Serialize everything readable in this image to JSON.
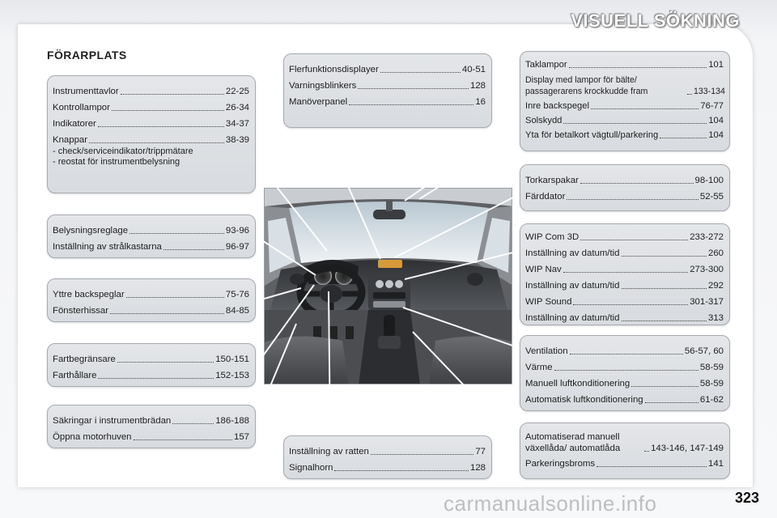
{
  "header": {
    "title": "VISUELL SÖKNING"
  },
  "section_title": "FÖRARPLATS",
  "page_number": "323",
  "watermark": "carmanualsonline.info",
  "boxes": {
    "instruments": {
      "items": [
        {
          "label": "Instrumenttavlor",
          "page": "22-25"
        },
        {
          "label": "Kontrollampor",
          "page": "26-34"
        },
        {
          "label": "Indikatorer",
          "page": "34-37"
        },
        {
          "label": "Knappar",
          "page": "38-39"
        }
      ],
      "sub": [
        "-   check/serviceindikator/trippmätare",
        "-   reostat för instrumentbelysning"
      ]
    },
    "lighting": {
      "items": [
        {
          "label": "Belysningsreglage",
          "page": "93-96"
        },
        {
          "label": "Inställning av strålkastarna",
          "page": "96-97"
        }
      ]
    },
    "mirrors": {
      "items": [
        {
          "label": "Yttre backspeglar",
          "page": "75-76"
        },
        {
          "label": "Fönsterhissar",
          "page": "84-85"
        }
      ]
    },
    "speed": {
      "items": [
        {
          "label": "Fartbegränsare",
          "page": "150-151"
        },
        {
          "label": "Farthållare",
          "page": "152-153"
        }
      ]
    },
    "fuses": {
      "items": [
        {
          "label": "Säkringar i instrumentbrädan",
          "page": "186-188"
        },
        {
          "label": "Öppna motorhuven",
          "page": "157"
        }
      ]
    },
    "display": {
      "items": [
        {
          "label": "Flerfunktionsdisplayer",
          "page": "40-51"
        },
        {
          "label": "Varningsblinkers",
          "page": "128"
        },
        {
          "label": "Manöverpanel",
          "page": "16"
        }
      ]
    },
    "wheel": {
      "items": [
        {
          "label": "Inställning av ratten",
          "page": "77"
        },
        {
          "label": "Signalhorn",
          "page": "128"
        }
      ]
    },
    "roof": {
      "items": [
        {
          "label": "Taklampor",
          "page": "101"
        },
        {
          "label": "Display med lampor för bälte/ passagerarens krockkudde fram",
          "page": "133-134"
        },
        {
          "label": "Inre backspegel",
          "page": "76-77"
        },
        {
          "label": "Solskydd",
          "page": "104"
        },
        {
          "label": "Yta för betalkort vägtull/parkering",
          "page": "104"
        }
      ]
    },
    "wipers": {
      "items": [
        {
          "label": "Torkarspakar",
          "page": "98-100"
        },
        {
          "label": "Färddator",
          "page": "52-55"
        }
      ]
    },
    "wip": {
      "items": [
        {
          "label": "WIP Com 3D",
          "page": "233-272"
        },
        {
          "label": "Inställning av datum/tid",
          "page": "260"
        },
        {
          "label": "WIP Nav",
          "page": "273-300"
        },
        {
          "label": "Inställning av datum/tid",
          "page": "292"
        },
        {
          "label": "WIP Sound",
          "page": "301-317"
        },
        {
          "label": "Inställning av datum/tid",
          "page": "313"
        }
      ]
    },
    "climate": {
      "items": [
        {
          "label": "Ventilation",
          "page": "56-57, 60"
        },
        {
          "label": "Värme",
          "page": "58-59"
        },
        {
          "label": "Manuell luftkonditionering",
          "page": "58-59"
        },
        {
          "label": "Automatisk luftkonditionering",
          "page": "61-62"
        }
      ]
    },
    "gearbox": {
      "items": [
        {
          "label": "Automatiserad manuell växellåda/ automatlåda",
          "page": "143-146, 147-149"
        },
        {
          "label": "Parkeringsbroms",
          "page": "141"
        }
      ]
    }
  },
  "colors": {
    "box_fill": "#dcdfe2",
    "box_border": "#a7abb0",
    "callout_line": "#ffffff",
    "title_text": "#ffffff"
  }
}
